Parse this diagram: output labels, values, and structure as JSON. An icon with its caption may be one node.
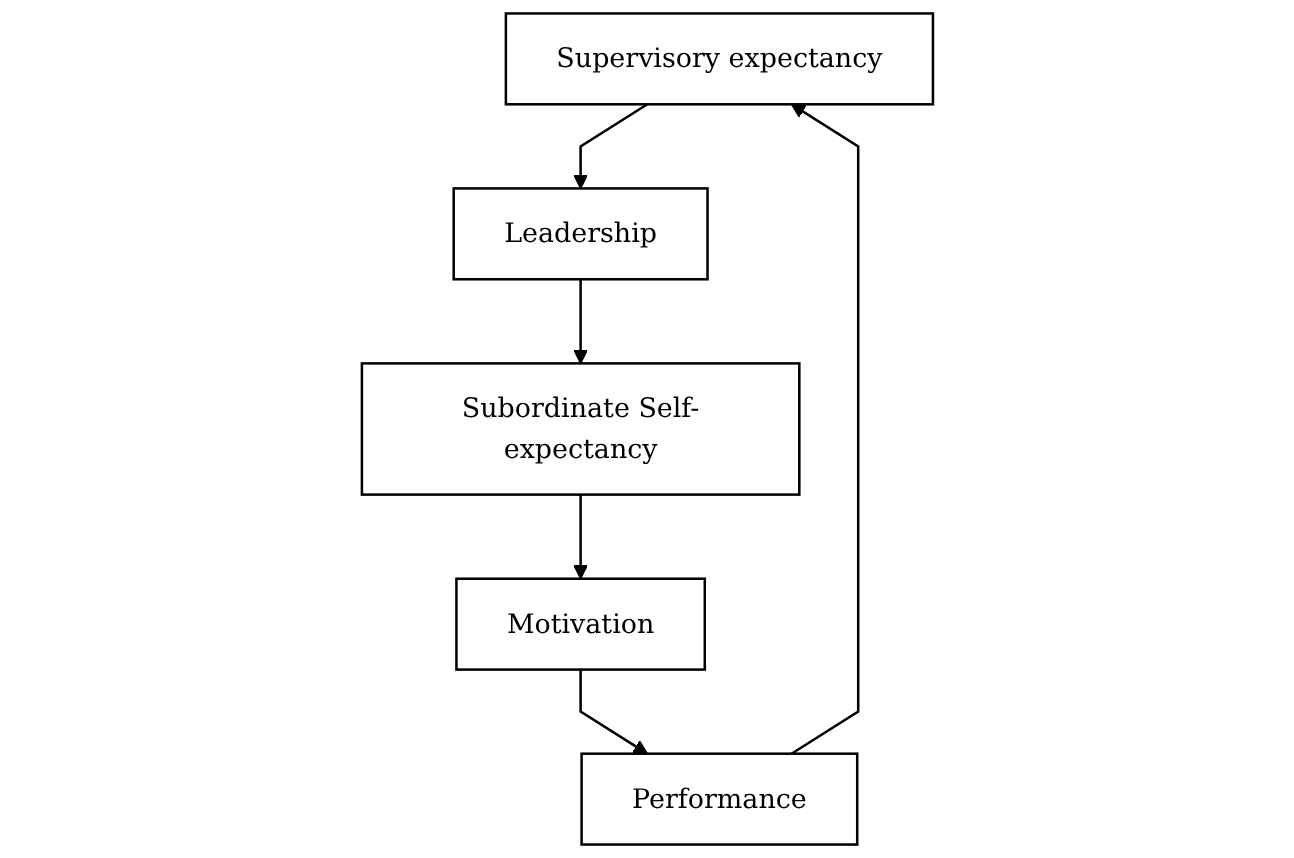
{
  "diagram": {
    "nodes": [
      {
        "text": [
          "Supervisory expectancy"
        ]
      },
      {
        "text": [
          "Leadership"
        ]
      },
      {
        "text": [
          "Subordinate Self-expectancy"
        ]
      },
      {
        "text": [
          "Motivation"
        ]
      },
      {
        "text": [
          "Performance"
        ]
      }
    ],
    "edges": [
      {
        "from": 0,
        "to": 1,
        "arrow": "to"
      },
      {
        "from": 1,
        "to": 2,
        "arrow": "to"
      },
      {
        "from": 2,
        "to": 3,
        "arrow": "to"
      },
      {
        "from": 3,
        "to": 4,
        "arrow": "to"
      },
      {
        "from": 4,
        "to": 0,
        "arrow": "to"
      }
    ]
  }
}
